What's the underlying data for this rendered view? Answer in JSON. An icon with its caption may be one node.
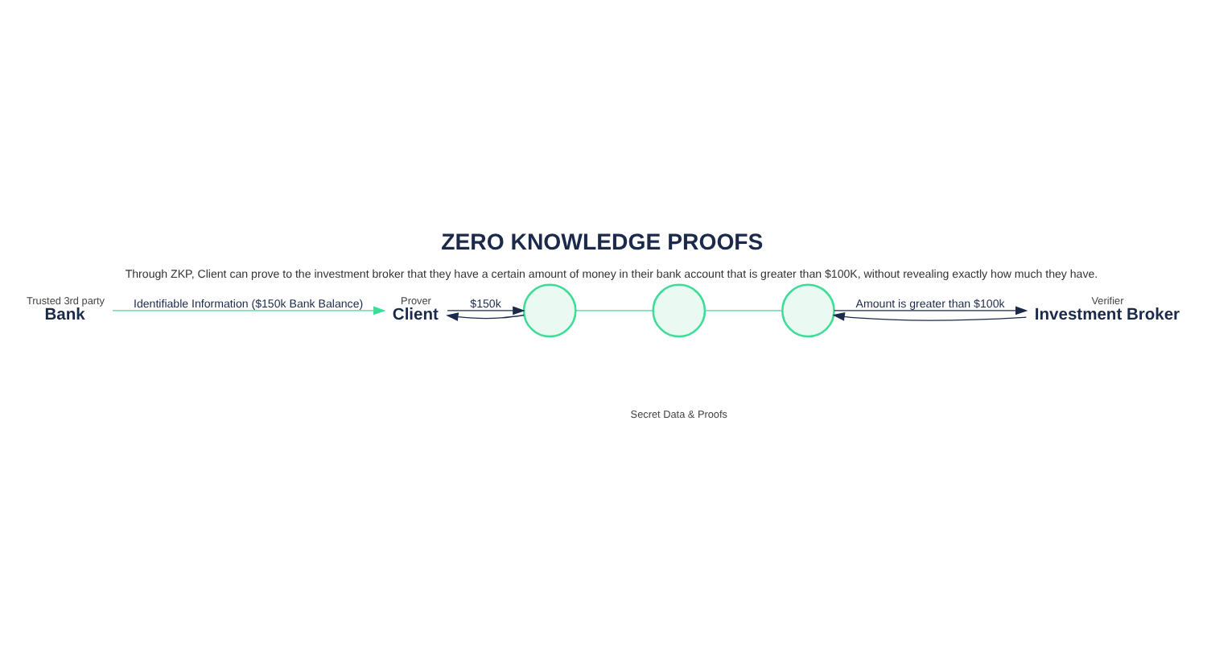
{
  "diagram": {
    "title": "ZERO KNOWLEDGE PROOFS",
    "caption": "Through ZKP, Client can prove to the investment broker that they have a certain amount of money in their bank account that is greater than $100K, without revealing exactly how much they have.",
    "nodes": [
      {
        "text": [
          "Trusted 3rd party",
          "Bank"
        ]
      },
      {
        "text": [
          "Prover",
          "Client"
        ]
      },
      {
        "text": [],
        "shape": "circle"
      },
      {
        "text": [],
        "shape": "circle"
      },
      {
        "text": [],
        "shape": "circle"
      },
      {
        "text": [
          "Verifier",
          "Investment Broker"
        ]
      }
    ],
    "edges": [
      {
        "from": 0,
        "to": 1,
        "arrow": "to",
        "label": "Identifiable Information ($150k Bank Balance)",
        "color": "#3ddc97"
      },
      {
        "from": 1,
        "to": 2,
        "arrow": "to",
        "label": "$150k"
      },
      {
        "from": 2,
        "to": 1,
        "arrow": "to"
      },
      {
        "from": 2,
        "to": 3,
        "arrow": "none",
        "color": "#3ddc97"
      },
      {
        "from": 3,
        "to": 4,
        "arrow": "none",
        "color": "#3ddc97"
      },
      {
        "from": 4,
        "to": 5,
        "arrow": "to",
        "label": "Amount is greater than $100k"
      },
      {
        "from": 5,
        "to": 4,
        "arrow": "to"
      }
    ],
    "labels": [
      "Secret Data & Proofs"
    ]
  }
}
